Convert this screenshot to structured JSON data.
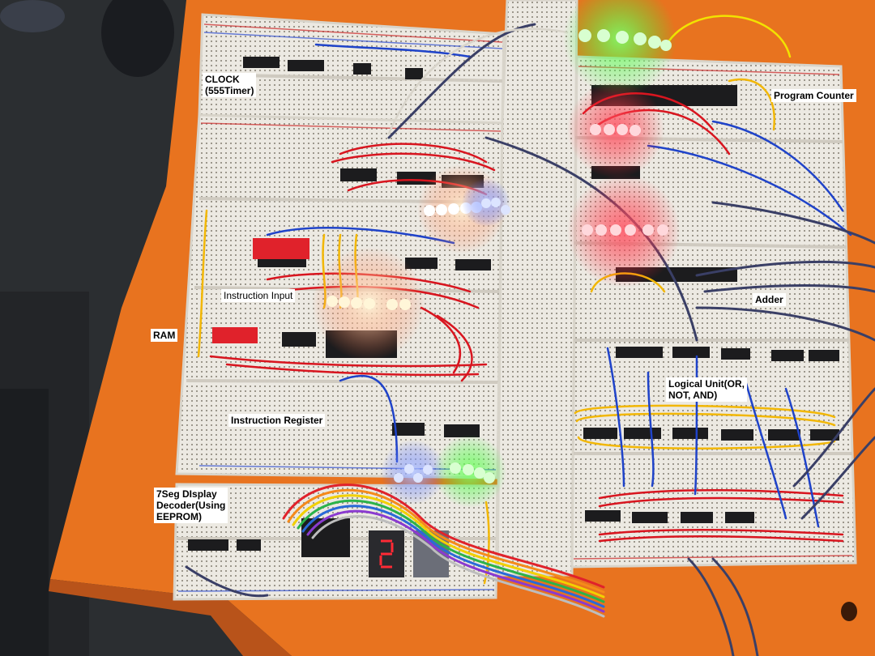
{
  "labels": {
    "clock": "CLOCK\n(555Timer)",
    "program_counter": "Program Counter",
    "instruction_input": "Instruction Input",
    "ram": "RAM",
    "adder": "Adder",
    "logical_unit": "Logical Unit(OR,\nNOT, AND)",
    "instruction_register": "Instruction Register",
    "seg_decoder": "7Seg DIsplay\nDecoder(Using\nEEPROM)"
  },
  "colors": {
    "table": "#e8731f",
    "breadboard": "#ece9e2",
    "led_green": "#36ff3a",
    "led_red": "#ff2a35",
    "led_white": "#ffffff",
    "led_blue": "#4a6bff",
    "chip": "#1c1c1e",
    "wire_red": "#d8151f",
    "wire_yellow": "#f2b705",
    "wire_blue": "#1f43c9"
  }
}
